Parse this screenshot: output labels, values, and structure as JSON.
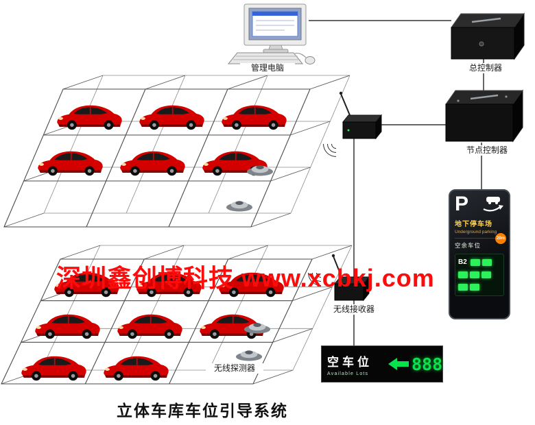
{
  "title": "立体车库车位引导系统",
  "watermark": "深圳鑫创博科技 www.xcbkj.com",
  "labels": {
    "computer": "管理电脑",
    "main_controller": "总控制器",
    "node_controller": "节点控制器",
    "wireless_receiver": "无线接收器",
    "wireless_detector": "无线探测器"
  },
  "display_panel": {
    "p_letter": "P",
    "venue_cn": "地下停车场",
    "venue_en": "Underground parking",
    "badge": "20m",
    "vacancy_label": "空余车位",
    "floor": "B2"
  },
  "available_sign": {
    "title": "空车位",
    "subtitle": "Available Lots",
    "count": "888"
  },
  "colors": {
    "car_red": "#d40000",
    "signal_green": "#07e24c",
    "watermark_red": "#fe0b0b",
    "badge_orange": "#ff7e00",
    "panel_yellow": "#ffd34d"
  },
  "diagram": {
    "garages": [
      {
        "name": "upper-rack",
        "levels": 3,
        "columns": 3,
        "cars": 6,
        "detectors": 2
      },
      {
        "name": "lower-rack",
        "levels": 3,
        "columns": 3,
        "cars": 8,
        "detectors": 2
      }
    ]
  }
}
